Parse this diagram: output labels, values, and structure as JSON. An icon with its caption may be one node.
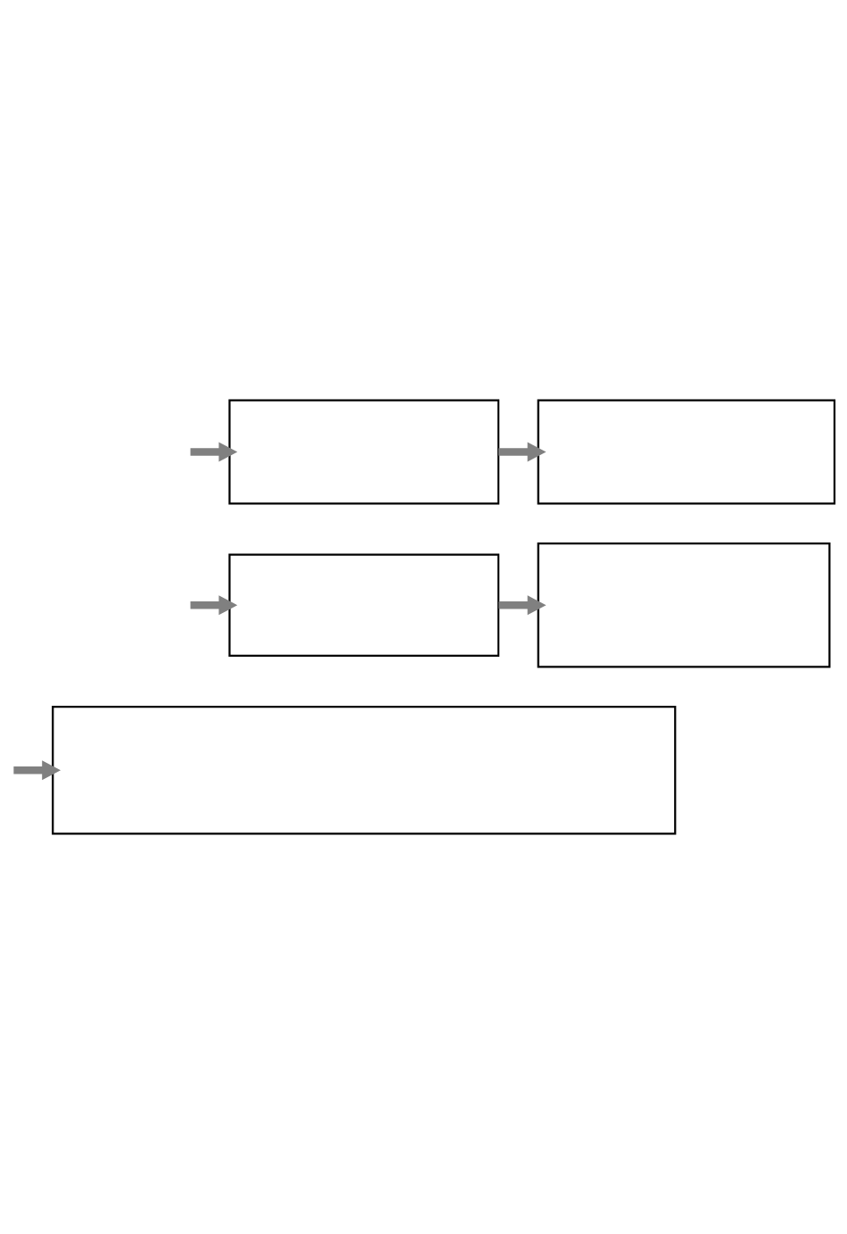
{
  "diagram": {
    "nodes": [
      {
        "text": [],
        "shape": "box"
      },
      {
        "text": [],
        "shape": "box"
      },
      {
        "text": [],
        "shape": "box"
      },
      {
        "text": [],
        "shape": "box"
      },
      {
        "text": [],
        "shape": "box"
      }
    ],
    "edges": [
      {
        "from": null,
        "to": 0,
        "arrow": "to"
      },
      {
        "from": 0,
        "to": 1,
        "arrow": "to"
      },
      {
        "from": null,
        "to": 2,
        "arrow": "to"
      },
      {
        "from": 2,
        "to": 3,
        "arrow": "to"
      },
      {
        "from": null,
        "to": 4,
        "arrow": "to"
      }
    ]
  }
}
